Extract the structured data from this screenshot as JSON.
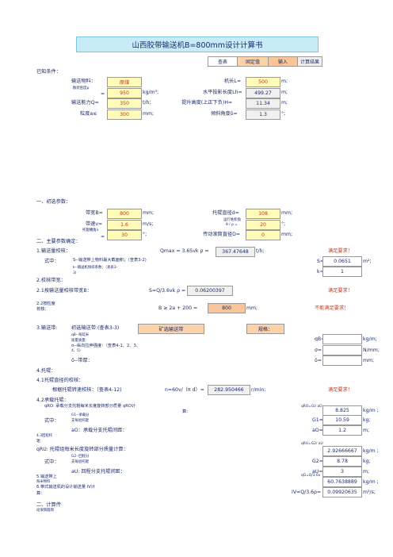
{
  "title": "山西胶带输送机B=800mm设计计算书",
  "legend": [
    "查表",
    "固定值",
    "输入",
    "计算结果"
  ],
  "known": {
    "heading": "已知条件：",
    "material_label": "输送物料：",
    "material_value": "原煤",
    "density_label": "散状密度ρ",
    "density_eq": "=",
    "density_value": "950",
    "density_unit": "kg/m³;",
    "capacity_label": "输送能力Q=",
    "capacity_value": "350",
    "capacity_unit": "t/h;",
    "lump_label": "粒度a≤",
    "lump_value": "300",
    "lump_unit": "mm;",
    "length_label": "机长L=",
    "length_value": "500",
    "length_unit": "m;",
    "horiz_label": "水平投影长度Lh=",
    "horiz_value": "499.27",
    "horiz_unit": "m;",
    "lift_label": "提升高度(上正下负)H=",
    "lift_value": "11.34",
    "lift_unit": "m;",
    "angle_label": "倾斜角度δ=",
    "angle_value": "1.3",
    "angle_unit": "°;"
  },
  "section1": {
    "heading": "一、初选参数：",
    "bw_label": "带宽B=",
    "bw_value": "800",
    "bw_unit": "mm;",
    "speed_label": "带速v=",
    "speed_value": "1.6",
    "speed_unit": "m/s;",
    "trough_label": "托辊槽角λ",
    "trough_eq": "=",
    "trough_value": "30",
    "trough_unit": "°;",
    "idler_label": "托辊直径d=",
    "idler_value": "108",
    "idler_unit": "mm;",
    "surcharge_label": "运行堆积角",
    "surcharge_sub": "θ / ρ =",
    "surcharge_value": "20",
    "surcharge_unit": "°;",
    "drum_label": "传动滚筒直径D=",
    "drum_value": "0",
    "drum_unit": "mm;"
  },
  "section2": {
    "heading": "二、主要参数确定：",
    "s1_label": "1.输送量校核：",
    "s1_formula": "Qmax = 3.6Svk ρ =",
    "s1_value": "367.47648",
    "s1_unit": "t/h;",
    "s1_result": "满足要求！",
    "where_label": "式中：",
    "s_desc": "S--输送带上物料最大截面积；（查表3-2)",
    "s_label": "S=",
    "s_value": "0.0651",
    "s_unit": "m²;",
    "k_desc": "k--输送机倾斜系数；（查表3-",
    "k_desc2": "3)",
    "k_label": "k=",
    "k_value": "1",
    "s2_label": "2.校核带宽：",
    "s21_label": "2.1按输送量校核带宽B：",
    "s21_formula": "S=Q/3.6vk ρ =",
    "s21_value": "0.06200397",
    "s21_result": "满足要求！",
    "s22_label": "2.2按粒度",
    "s22_label2": "校核：",
    "s22_formula": "B ≥ 2a + 200 =",
    "s22_value": "800",
    "s22_unit": "mm;",
    "s22_result": "不能满足要求！",
    "s3_label": "3.输送带:",
    "s3_init": "初选输送带:(查表3-3)",
    "s3_btn": "矿选输送带",
    "s3_spec": "规格：",
    "qb_desc1": "qB--每延米",
    "qb_desc2": "质量质量：",
    "sigma_desc": "σ--纵向拉伸强度：（查表4-1、2、3、",
    "sigma_desc2": "4、5)",
    "delta_desc": "δ--带厚：",
    "qb_label": "qB=",
    "qb_unit": "kg/m;",
    "sigma_label": "σ=",
    "sigma_unit": "N/mm;",
    "delta_label": "δ=",
    "delta_unit": "mm;",
    "s4_label": "4.托辊：",
    "s41_label": "4.1托辊直径的校核：",
    "s41_text": "根据托辊转速校核：（查表4-12)",
    "s41_formula": "n=60v/（π d）=",
    "s41_value": "282.950466",
    "s41_unit": "r/min;",
    "s41_result": "满足要求！",
    "s42_label": "4.2承载托辊：",
    "qro_text": "qRO: 承载分支托辊每米长度旋转部分质量 qRO计",
    "qro_text2": "算：",
    "qro_formula": "qRO=Gi/ aO",
    "qro_value": "8.825",
    "qro_unit": "kg/m ;",
    "g1_desc": "G1--承载分",
    "g1_desc2": "支每组托辊",
    "g1_label": "G1=",
    "g1_value": "10.59",
    "g1_unit": "kg;",
    "ao_desc": "aO：承载分支托辊间距：",
    "ao_label": "aO=",
    "ao_value": "1.2",
    "ao_unit": "m;",
    "s43_label": "4.3回程托",
    "s43_label2": "辊：",
    "qru_text": "qRU: 托辊组每米长度旋转部分质量计算：",
    "qru_formula": "qRU=G2/ aU",
    "qru_value": "2.92666667",
    "qru_unit": "kg/m ;",
    "g2_desc": "G2--回程分",
    "g2_desc2": "支每组托辊",
    "g2_label": "G2=",
    "g2_value": "8.78",
    "g2_unit": "kg;",
    "au_desc": "aU: 回程分支托辊间距：",
    "au_label": "aU=",
    "au_value": "3",
    "au_unit": "m;",
    "s5_label": "5.输送带上",
    "s5_label2": "每米物料",
    "qg_formula": "qG=Q/3.6v",
    "qg_value": "60.7638889",
    "qg_unit": "kg/m ;",
    "s6_label": "6.带式输送机的设计输送量 IV计",
    "s6_label2": "算：",
    "iv_formula": "IV=Q/3.6ρ=",
    "iv_value": "0.09920635",
    "iv_unit": "m³/s;"
  },
  "section3": {
    "heading": "二、计算传",
    "sub": "动滚筒圆周"
  }
}
